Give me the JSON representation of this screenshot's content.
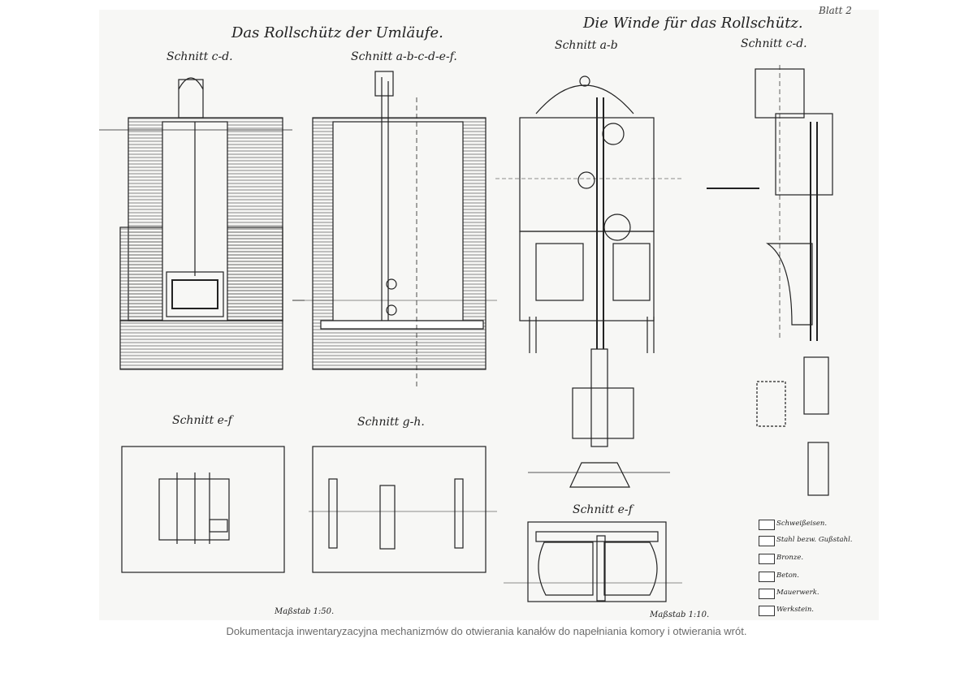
{
  "sheet_label": "Blatt 2",
  "titles": {
    "left": "Das Rollschütz der Umläufe.",
    "right": "Die Winde für das Rollschütz."
  },
  "sections": {
    "cd_left": "Schnitt c-d.",
    "abcdef": "Schnitt a-b-c-d-e-f.",
    "ab_right": "Schnitt a-b",
    "cd_right": "Schnitt c-d.",
    "ef_left": "Schnitt e-f",
    "gh": "Schnitt g-h.",
    "ef_right": "Schnitt e-f"
  },
  "scales": {
    "left": "Maßstab 1:50.",
    "right": "Maßstab 1:10."
  },
  "legend": [
    "Schweißeisen.",
    "Stahl bezw. Gußstahl.",
    "Bronze.",
    "Beton.",
    "Mauerwerk.",
    "Werkstein."
  ],
  "caption": "Dokumentacja inwentaryzacyjna mechanizmów do otwierania kanałów do napełniania komory i otwierania wrót."
}
